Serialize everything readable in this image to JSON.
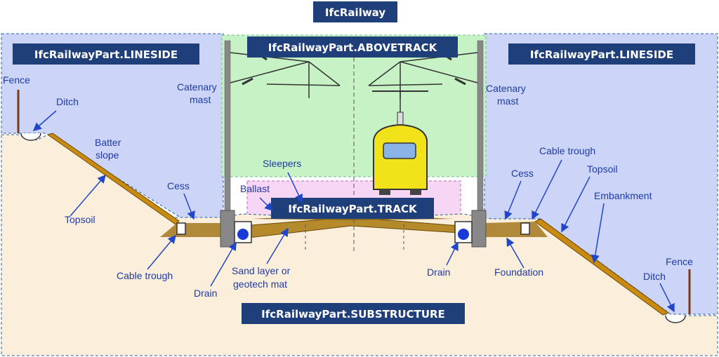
{
  "tags": {
    "railway": "IfcRailway",
    "lineside_left": "IfcRailwayPart.LINESIDE",
    "abovetrack": "IfcRailwayPart.ABOVETRACK",
    "lineside_right": "IfcRailwayPart.LINESIDE",
    "track": "IfcRailwayPart.TRACK",
    "substructure": "IfcRailwayPart.SUBSTRUCTURE"
  },
  "labels": {
    "fence_left": "Fence",
    "ditch_left": "Ditch",
    "catenary_mast_left": [
      "Catenary",
      "mast"
    ],
    "batter_slope": [
      "Batter",
      "slope"
    ],
    "cess_left": "Cess",
    "topsoil_left": "Topsoil",
    "cable_trough_left": "Cable trough",
    "drain_left": "Drain",
    "sand_layer": [
      "Sand layer or",
      "geotech mat"
    ],
    "sleepers": "Sleepers",
    "ballast": "Ballast",
    "catenary_mast_right": [
      "Catenary",
      "mast"
    ],
    "cable_trough_right": "Cable trough",
    "cess_right": "Cess",
    "topsoil_right": "Topsoil",
    "embankment": "Embankment",
    "drain_right": "Drain",
    "foundation": "Foundation",
    "fence_right": "Fence",
    "ditch_right": "Ditch"
  },
  "colors": {
    "lineside_zone": "#ccd5f7",
    "abovetrack_zone": "#c6f2c6",
    "track_zone": "#f7d6f5",
    "ground": "#fbeedb",
    "topsoil": "#c98a10",
    "tag": "#1e3f7a",
    "label": "#1f3aa8"
  }
}
